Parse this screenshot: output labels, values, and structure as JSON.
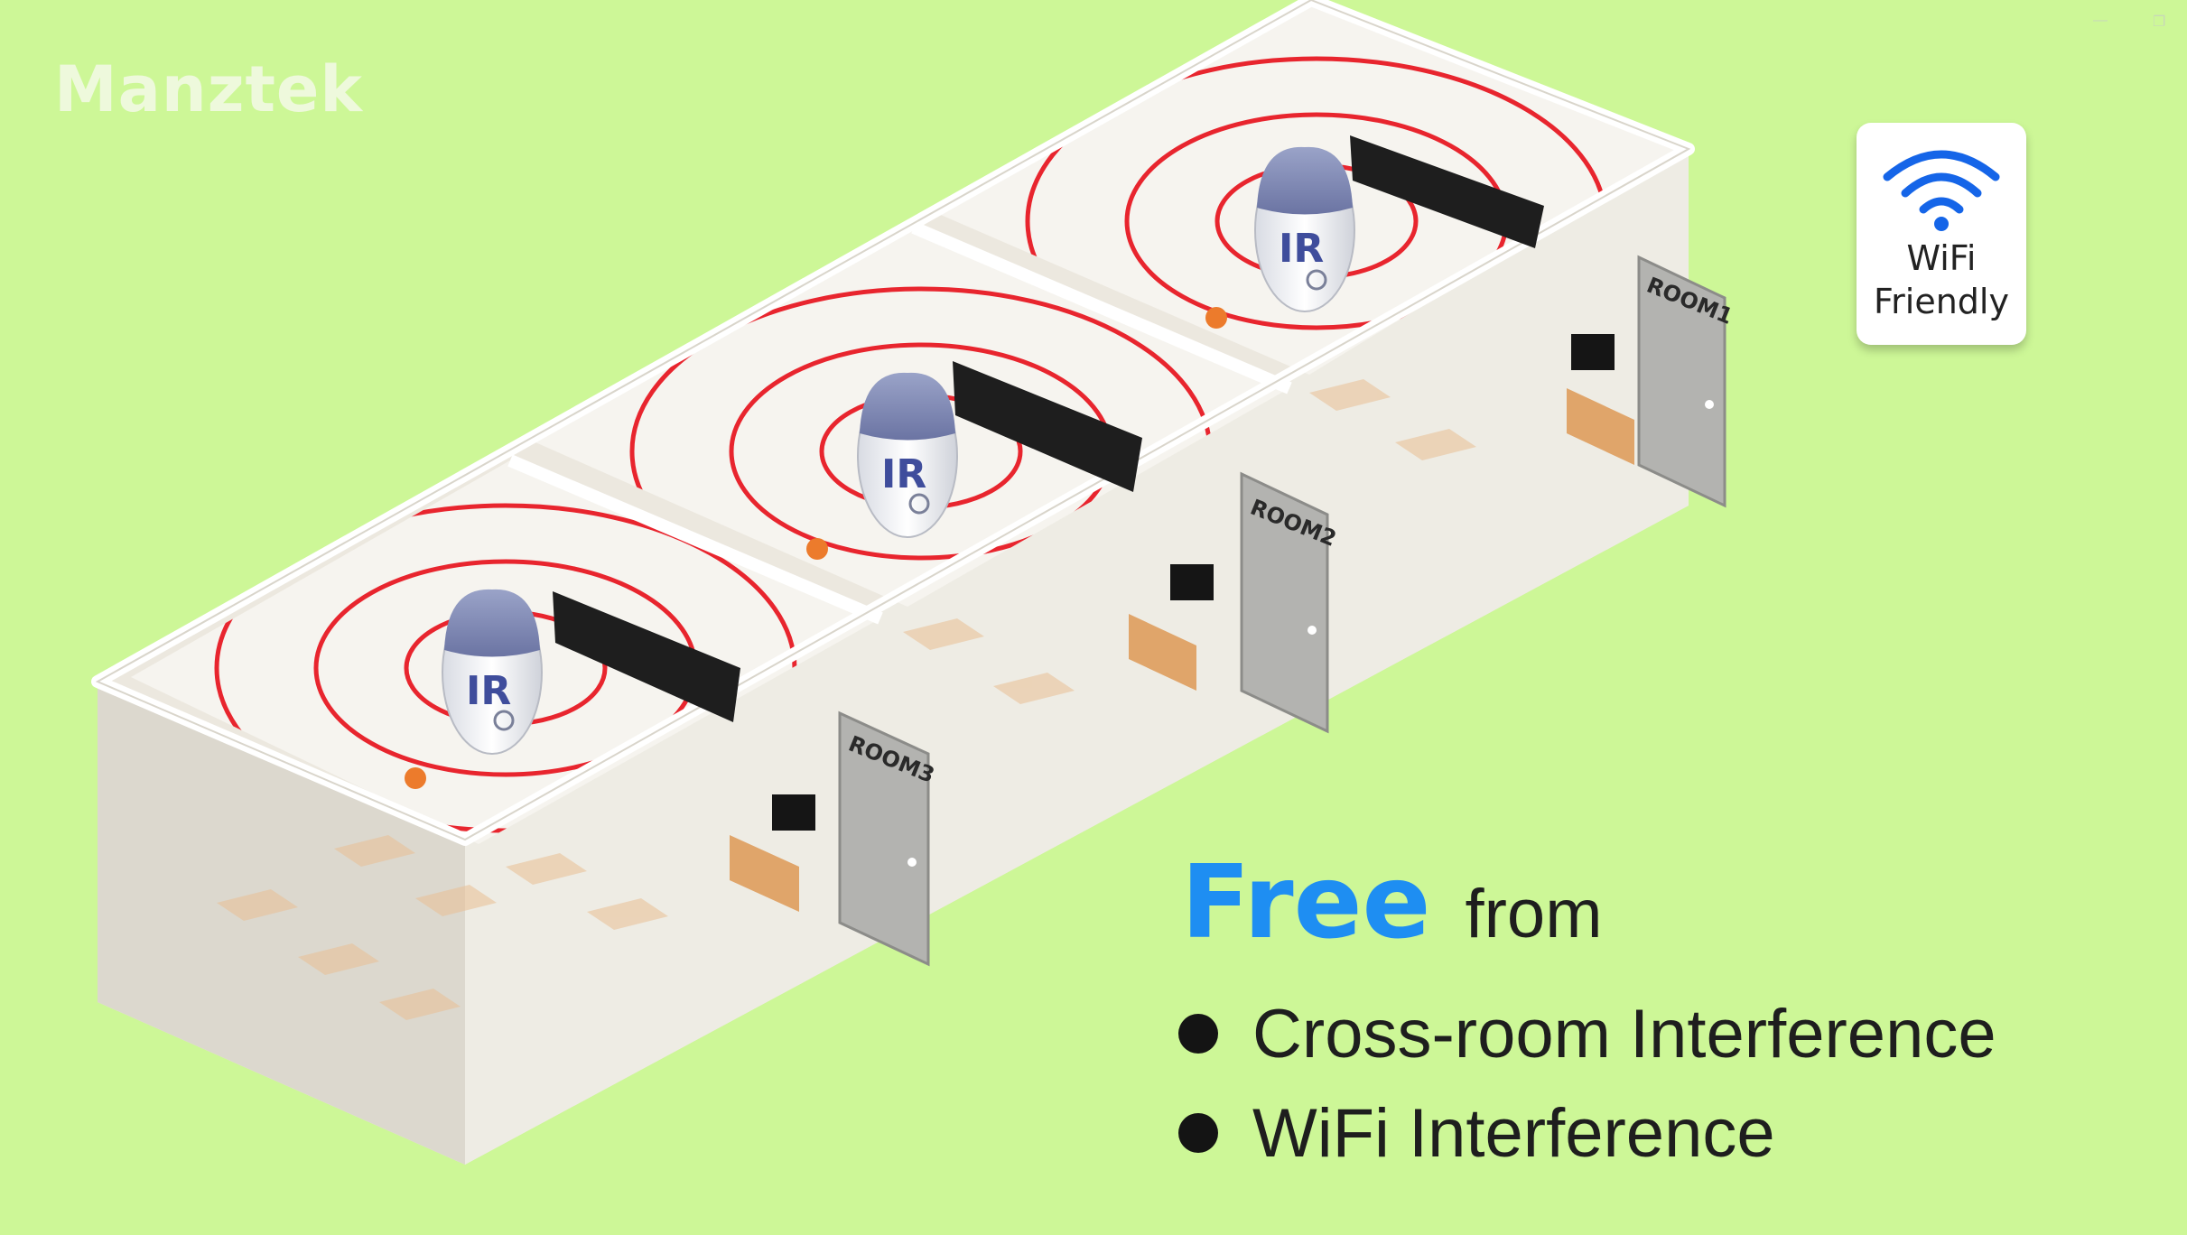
{
  "brand": {
    "logo_text": "Manztek"
  },
  "badge": {
    "line1": "WiFi",
    "line2": "Friendly",
    "icon": "wifi-icon",
    "icon_color": "#1565e8"
  },
  "rooms": [
    {
      "label": "ROOM1",
      "device_label": "IR"
    },
    {
      "label": "ROOM2",
      "device_label": "IR"
    },
    {
      "label": "ROOM3",
      "device_label": "IR"
    }
  ],
  "headline": {
    "highlight": "Free",
    "rest": "from"
  },
  "bullets": [
    {
      "text": "Cross-room Interference"
    },
    {
      "text": "WiFi Interference"
    }
  ],
  "colors": {
    "background": "#cdf797",
    "accent": "#1e8ef2",
    "signal": "#e8252e",
    "device_label": "#3f4d9c"
  }
}
